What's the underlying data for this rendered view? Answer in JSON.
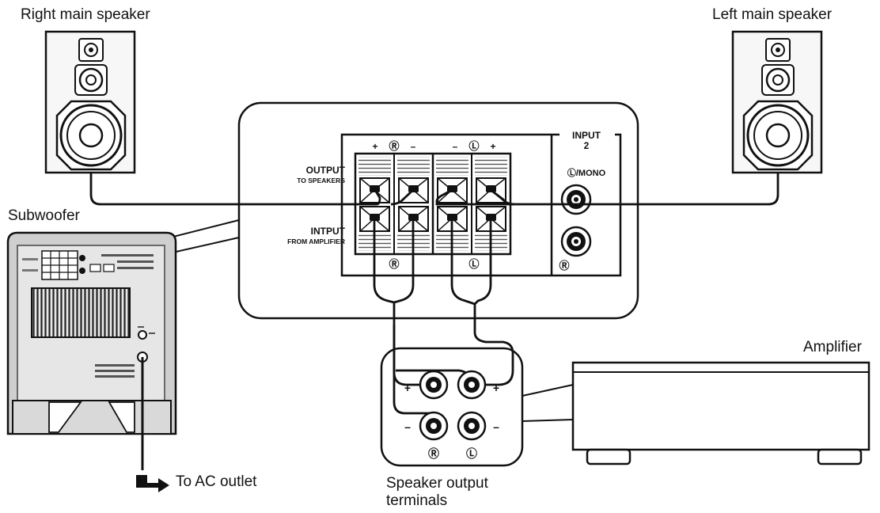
{
  "labels": {
    "right_main_speaker": "Right main speaker",
    "left_main_speaker": "Left main speaker",
    "subwoofer": "Subwoofer",
    "amplifier": "Amplifier",
    "to_ac_outlet": "To AC outlet",
    "speaker_output_terminals_line1": "Speaker output",
    "speaker_output_terminals_line2": "terminals"
  },
  "panel": {
    "top_signs": {
      "plus_left": "+",
      "r_symbol": "Ⓡ",
      "minus_left": "–",
      "minus_right": "–",
      "l_symbol": "Ⓛ",
      "plus_right": "+"
    },
    "output_title": "OUTPUT",
    "output_sub": "TO SPEAKERS",
    "input_title": "INTPUT",
    "input_sub": "FROM AMPLIFIER",
    "bottom_r": "Ⓡ",
    "bottom_l": "Ⓛ",
    "input2_line1": "INPUT",
    "input2_line2": "2",
    "input2_lmono": "Ⓛ/MONO",
    "input2_r": "Ⓡ"
  },
  "amp_terminals": {
    "plus_left": "+",
    "plus_right": "+",
    "minus_left": "–",
    "minus_right": "–",
    "r_symbol": "Ⓡ",
    "l_symbol": "Ⓛ"
  }
}
